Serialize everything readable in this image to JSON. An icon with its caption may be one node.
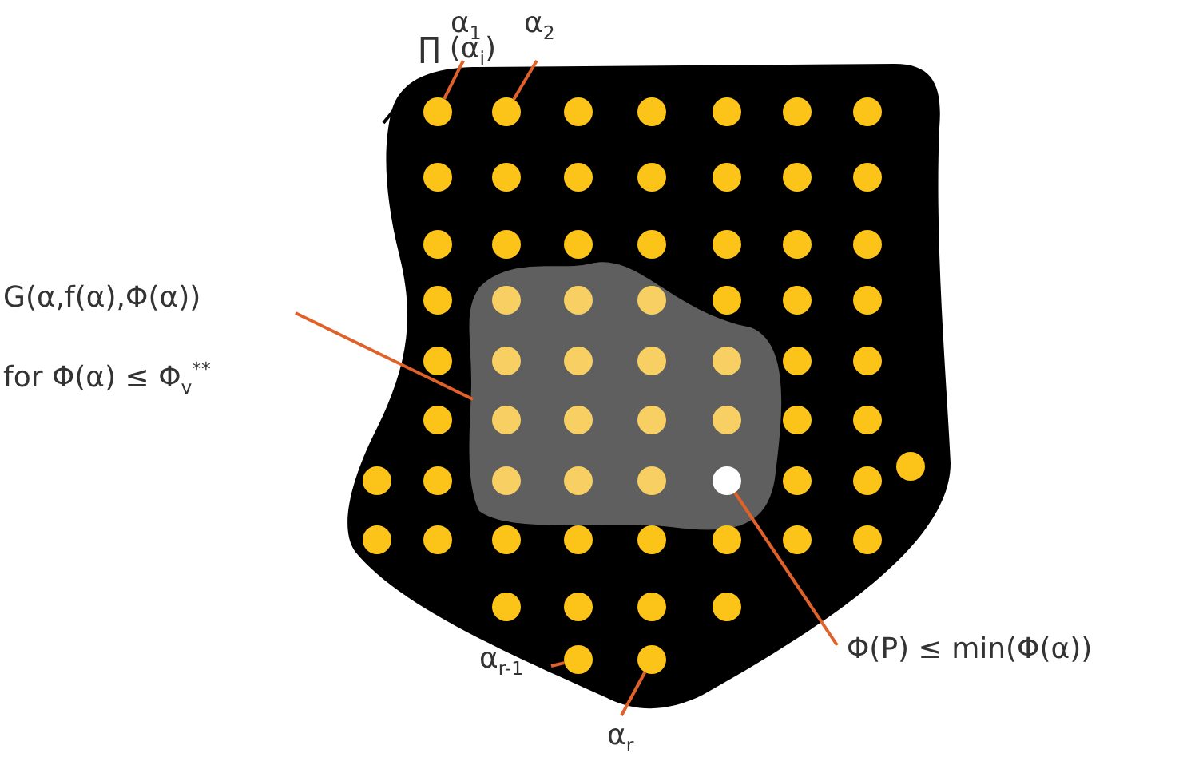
{
  "diagram": {
    "nodes": [
      {
        "text": [
          "∏ (α$_{i}$)"
        ]
      },
      {
        "text": [],
        "shape": "region"
      },
      {
        "text": [
          "α$_{1}$"
        ]
      },
      {
        "text": [
          "α$_{2}$"
        ]
      },
      {
        "text": [],
        "shape": "circle",
        "in": 1
      },
      {
        "text": [],
        "shape": "circle",
        "in": 1
      },
      {
        "text": [
          "G(α,f(α),Φ(α))",
          "for Φ(α) ≤ Φ$_{v}$$^{**}$"
        ]
      },
      {
        "text": [],
        "shape": "region",
        "in": 1
      },
      {
        "text": [],
        "shape": "circle",
        "in": 7
      },
      {
        "text": [
          "Φ(P) ≤ min(Φ(α))"
        ]
      },
      {
        "text": [
          "α$_{r-1}$"
        ]
      },
      {
        "text": [],
        "shape": "circle",
        "in": 1
      },
      {
        "text": [
          "α$_{r}$"
        ]
      },
      {
        "text": [],
        "shape": "circle",
        "in": 1
      }
    ],
    "edges": [
      {
        "from": 0,
        "to": 1,
        "arrow": "none",
        "color": "#000000"
      },
      {
        "from": 2,
        "to": 4,
        "arrow": "none"
      },
      {
        "from": 3,
        "to": 5,
        "arrow": "none"
      },
      {
        "from": 6,
        "to": 7,
        "arrow": "none"
      },
      {
        "from": 9,
        "to": 8,
        "arrow": "none"
      },
      {
        "from": 10,
        "to": 11,
        "arrow": "none"
      },
      {
        "from": 12,
        "to": 13,
        "arrow": "none"
      }
    ]
  }
}
